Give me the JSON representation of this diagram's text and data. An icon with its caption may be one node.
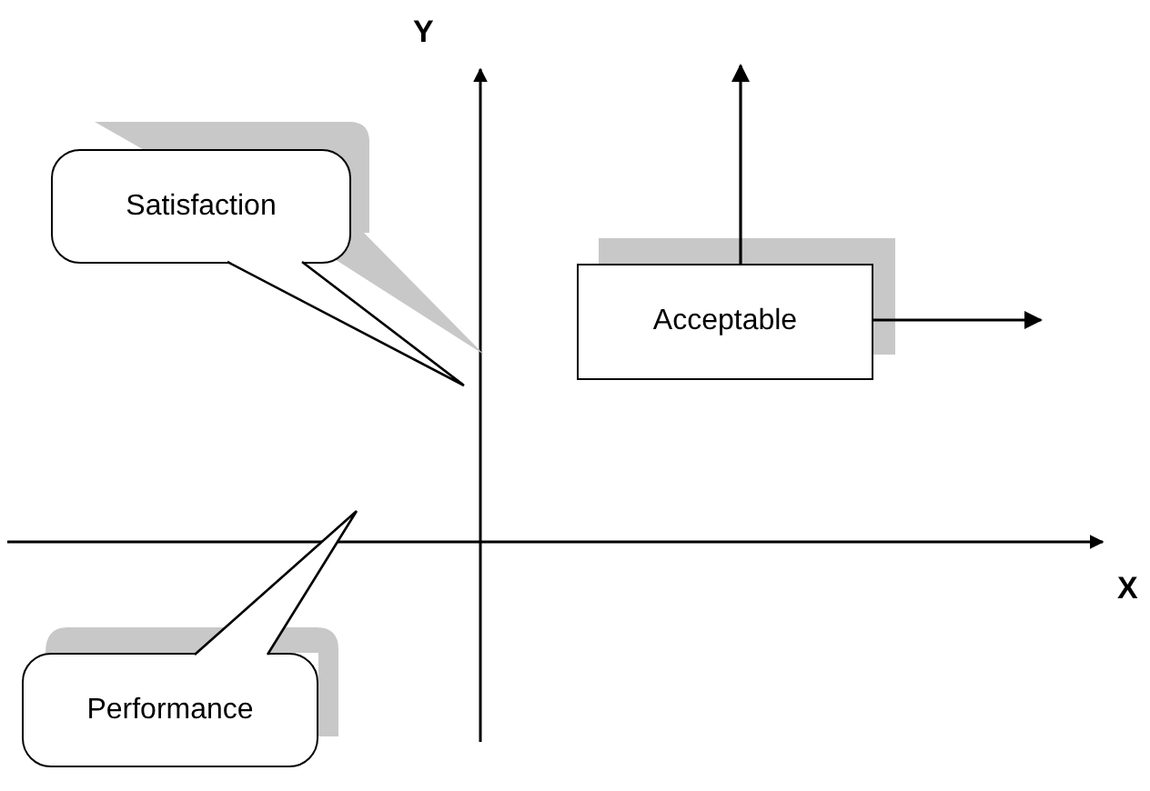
{
  "diagram": {
    "nodes": [
      {
        "text": [
          "Satisfaction"
        ]
      },
      {
        "text": [
          "Acceptable"
        ]
      },
      {
        "text": [
          "Performance"
        ]
      }
    ],
    "edges": [
      {
        "from": 0,
        "to": null,
        "arrow": "none"
      },
      {
        "from": 1,
        "to": null,
        "arrow": "to"
      },
      {
        "from": 1,
        "to": null,
        "arrow": "to"
      },
      {
        "from": 2,
        "to": null,
        "arrow": "none"
      }
    ],
    "labels": [
      "Y",
      "X"
    ]
  }
}
